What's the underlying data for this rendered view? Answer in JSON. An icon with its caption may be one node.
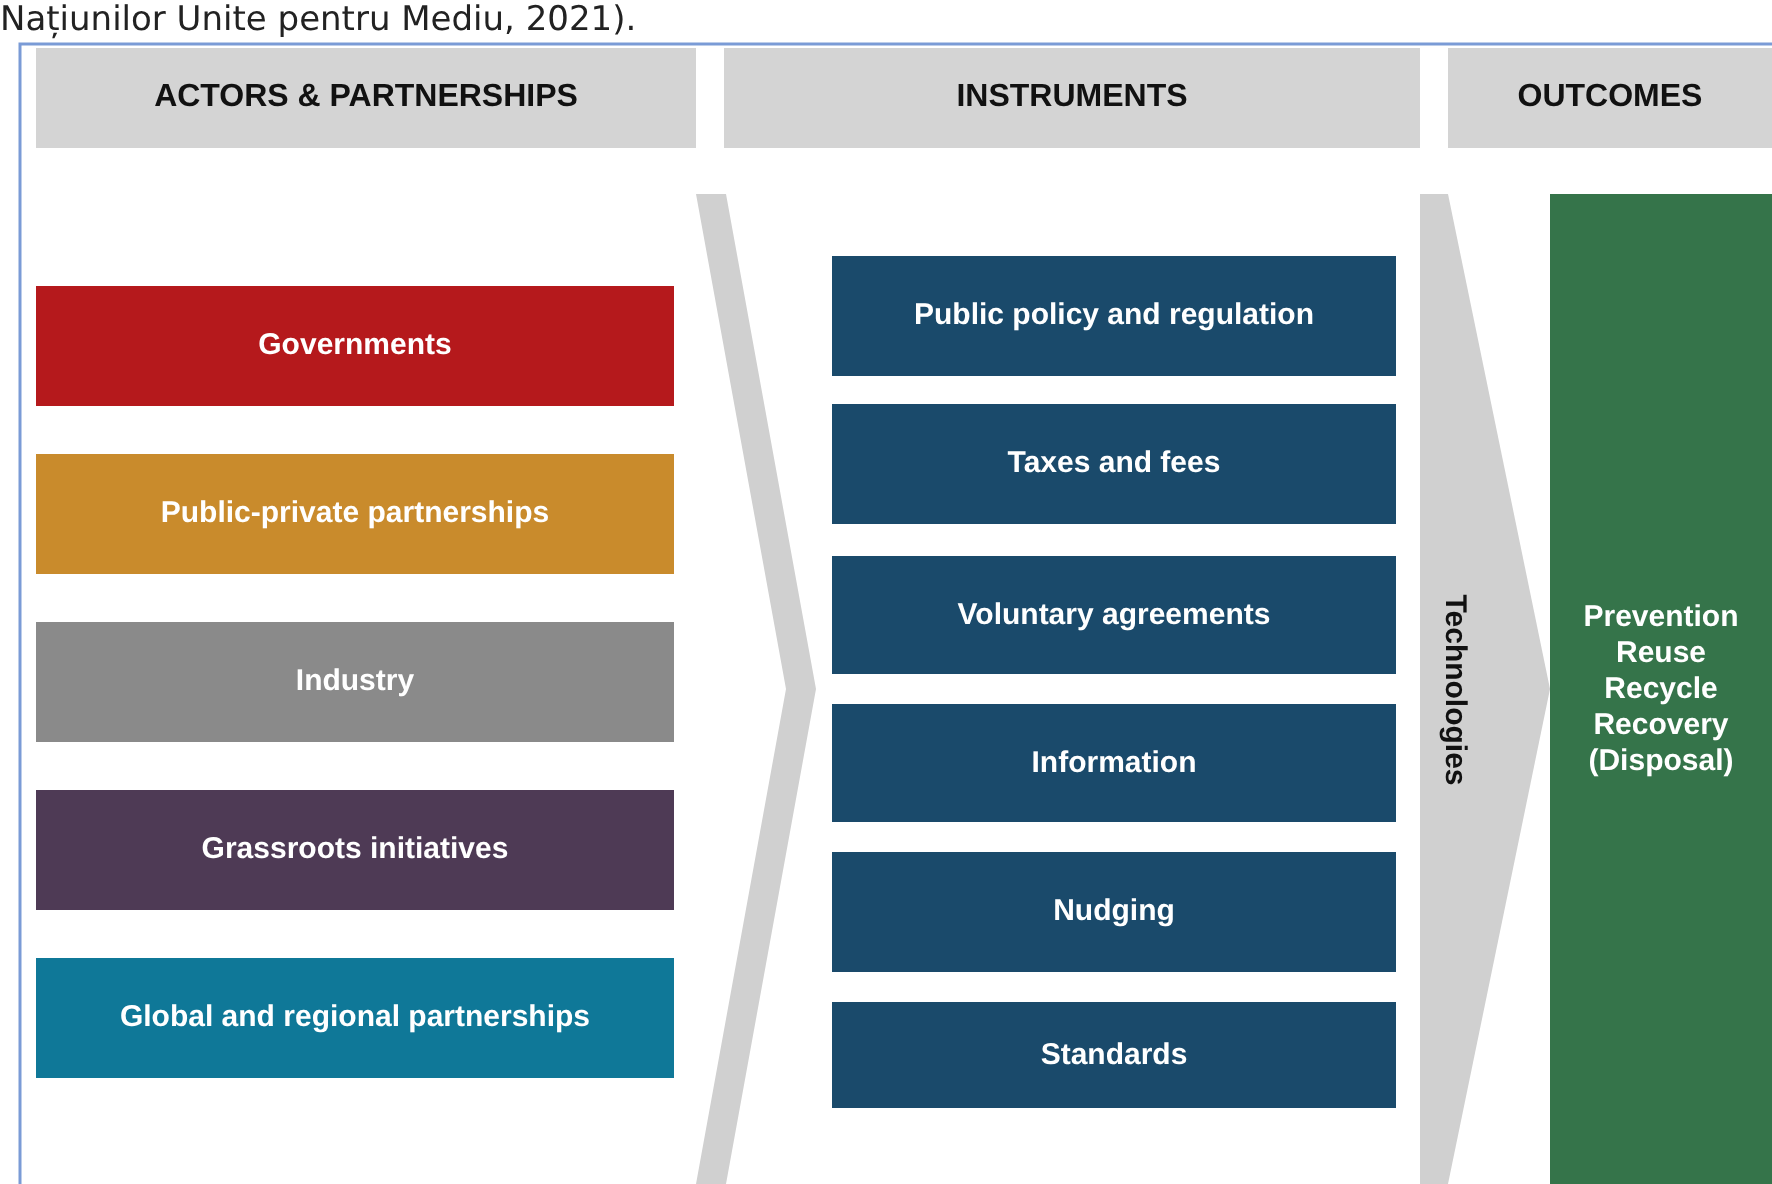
{
  "diagram": {
    "nodes": [
      {
        "text": [
          "ACTORS & PARTNERSHIPS"
        ]
      },
      {
        "text": [
          "INSTRUMENTS"
        ]
      },
      {
        "text": [
          "OUTCOMES"
        ]
      },
      {
        "text": [
          "Governments"
        ]
      },
      {
        "text": [
          "Public-private partnerships"
        ]
      },
      {
        "text": [
          "Industry"
        ]
      },
      {
        "text": [
          "Grassroots initiatives"
        ]
      },
      {
        "text": [
          "Global and regional partnerships"
        ]
      },
      {
        "text": [],
        "shape": "chevron"
      },
      {
        "text": [
          "Public policy and regulation"
        ]
      },
      {
        "text": [
          "Taxes and fees"
        ]
      },
      {
        "text": [
          "Voluntary agreements"
        ]
      },
      {
        "text": [
          "Information"
        ]
      },
      {
        "text": [
          "Nudging"
        ]
      },
      {
        "text": [
          "Standards"
        ]
      },
      {
        "text": [
          "Prevention",
          "Reuse",
          "Recycle",
          "Recovery",
          "(Disposal)"
        ]
      }
    ],
    "edges": [
      {
        "from": null,
        "to": 15,
        "arrow": "to",
        "label": "Technologies"
      }
    ],
    "labels": [
      "Națiunilor Unite pentru Mediu, 2021)."
    ]
  }
}
